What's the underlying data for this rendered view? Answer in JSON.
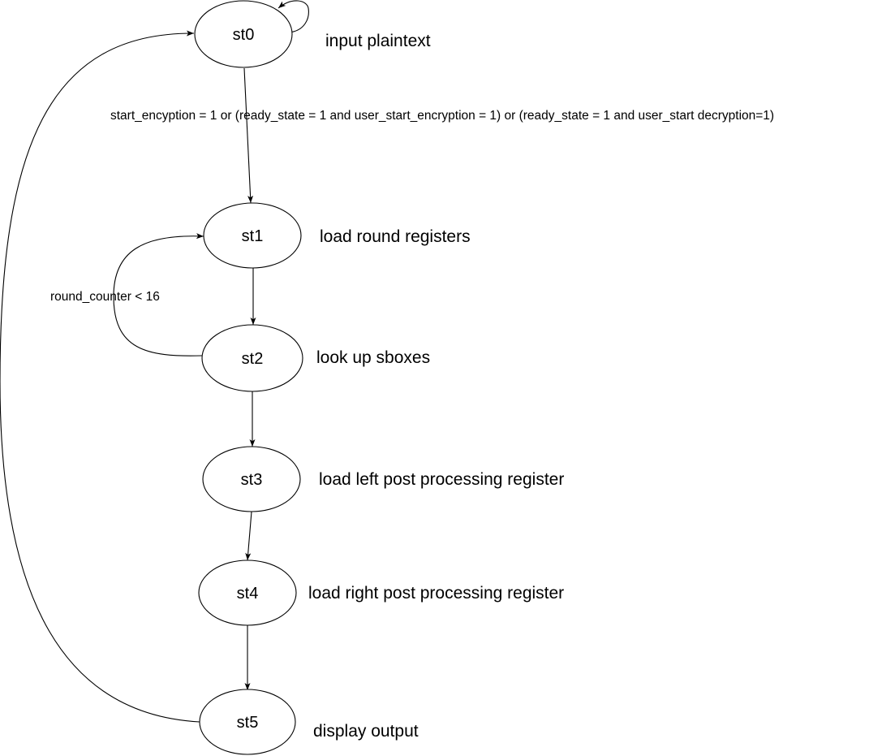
{
  "states": [
    {
      "id": "st0",
      "label": "st0",
      "description": "input plaintext"
    },
    {
      "id": "st1",
      "label": "st1",
      "description": "load round registers"
    },
    {
      "id": "st2",
      "label": "st2",
      "description": "look up sboxes"
    },
    {
      "id": "st3",
      "label": "st3",
      "description": "load left post processing register"
    },
    {
      "id": "st4",
      "label": "st4",
      "description": "load right post processing register"
    },
    {
      "id": "st5",
      "label": "st5",
      "description": "display output"
    }
  ],
  "transitions": [
    {
      "from": "st0",
      "to": "st0",
      "label": ""
    },
    {
      "from": "st0",
      "to": "st1",
      "label": "start_encyption = 1 or (ready_state = 1 and user_start_encryption = 1) or (ready_state = 1 and user_start decryption=1)"
    },
    {
      "from": "st1",
      "to": "st2",
      "label": ""
    },
    {
      "from": "st2",
      "to": "st1",
      "label": "round_counter < 16"
    },
    {
      "from": "st2",
      "to": "st3",
      "label": ""
    },
    {
      "from": "st3",
      "to": "st4",
      "label": ""
    },
    {
      "from": "st4",
      "to": "st5",
      "label": ""
    },
    {
      "from": "st5",
      "to": "st0",
      "label": ""
    }
  ]
}
